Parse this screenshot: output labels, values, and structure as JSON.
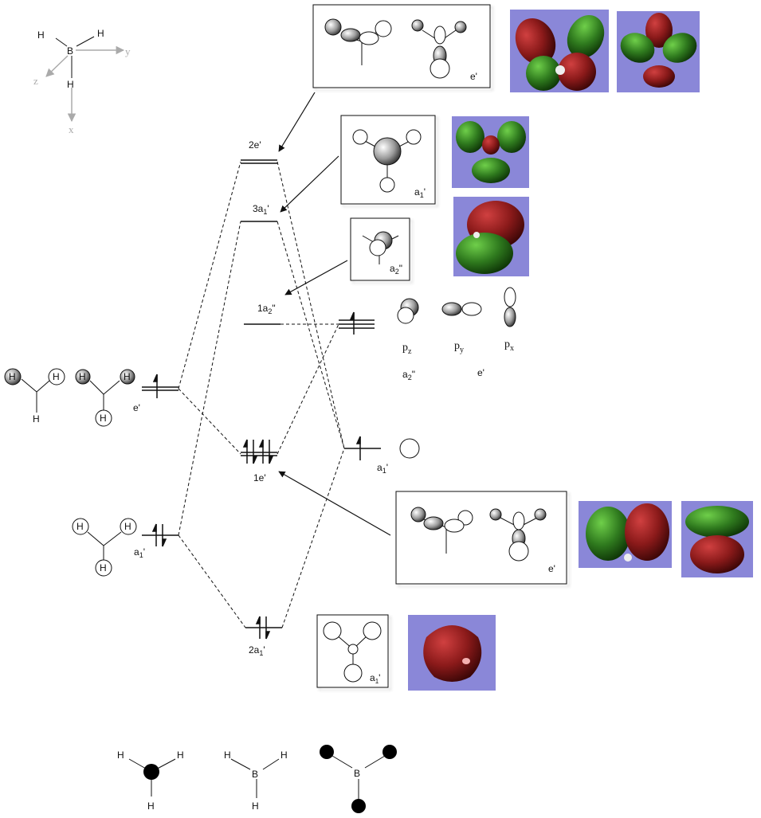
{
  "axes": {
    "atom_b": "B",
    "atom_h": "H",
    "y": "y",
    "z": "z",
    "x": "x"
  },
  "levels": {
    "e2": "2e'",
    "a3": "3a",
    "a3_sub": "1",
    "a3_prime": "'",
    "a2pp_1": "1a",
    "a2pp_1_sub": "2",
    "a2pp_1_prime": "\"",
    "e1": "1e'",
    "a2": "2a",
    "a2_sub": "1",
    "a2_prime": "'"
  },
  "left": {
    "e_label": "e'",
    "a_label": "a",
    "a_sub": "1",
    "a_prime": "'"
  },
  "right": {
    "pz": "p",
    "pz_sub": "z",
    "py": "p",
    "py_sub": "y",
    "px": "p",
    "px_sub": "x",
    "a2pp": "a",
    "a2pp_sub": "2",
    "a2pp_prime": "\"",
    "e_prime": "e'",
    "a1": "a",
    "a1_sub": "1",
    "a1_prime": "'"
  },
  "boxes": {
    "e_top": "e'",
    "a1_top": "a",
    "a1_top_sub": "1",
    "a1_top_prime": "'",
    "a2pp": "a",
    "a2pp_sub": "2",
    "a2pp_prime": "\"",
    "e_bottom": "e'",
    "a1_bottom": "a",
    "a1_bottom_sub": "1",
    "a1_bottom_prime": "'"
  },
  "bottom": {
    "h": "H",
    "b": "B"
  },
  "colors": {
    "red_lobe": "#8b1a1a",
    "green_lobe": "#2f7a1e",
    "panel_bg": "#8a87d8",
    "line": "#111111"
  }
}
